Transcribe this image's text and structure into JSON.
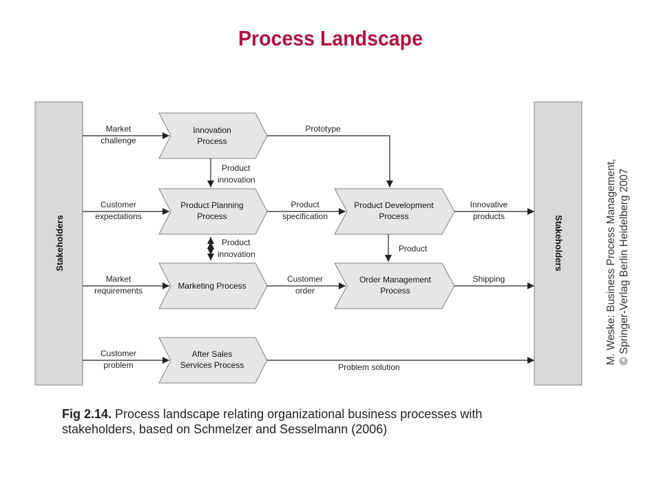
{
  "title": "Process Landscape",
  "stakeholders_left": "Stakeholders",
  "stakeholders_right": "Stakeholders",
  "processes": {
    "innovation": [
      "Innovation",
      "Process"
    ],
    "product_planning": [
      "Product Planning",
      "Process"
    ],
    "marketing": [
      "Marketing Process"
    ],
    "after_sales": [
      "After Sales",
      "Services Process"
    ],
    "product_development": [
      "Product Development",
      "Process"
    ],
    "order_management": [
      "Order Management",
      "Process"
    ]
  },
  "flows": {
    "market_challenge": [
      "Market",
      "challenge"
    ],
    "customer_expectations": [
      "Customer",
      "expectations"
    ],
    "market_requirements": [
      "Market",
      "requirements"
    ],
    "customer_problem": [
      "Customer",
      "problem"
    ],
    "prototype": [
      "Prototype"
    ],
    "product_innovation_1": [
      "Product",
      "innovation"
    ],
    "product_innovation_2": [
      "Product",
      "innovation"
    ],
    "product_specification": [
      "Product",
      "specification"
    ],
    "customer_order": [
      "Customer",
      "order"
    ],
    "product": [
      "Product"
    ],
    "innovative_products": [
      "Innovative",
      "products"
    ],
    "shipping": [
      "Shipping"
    ],
    "problem_solution": [
      "Problem solution"
    ]
  },
  "credit": {
    "line1": "M. Weske: Business Process Management,",
    "line2": "© Springer-Verlag Berlin Heidelberg 2007"
  },
  "caption": {
    "label": "Fig 2.14.",
    "text": " Process landscape relating organizational business processes with stakeholders, based on Schmelzer and Sesselmann (2006)"
  },
  "colors": {
    "title": "#b0113f",
    "stakeholder_fill": "#d9d9d9",
    "process_fill": "#e6e6e6",
    "stroke": "#7f7f7f",
    "arrow": "#222222"
  }
}
